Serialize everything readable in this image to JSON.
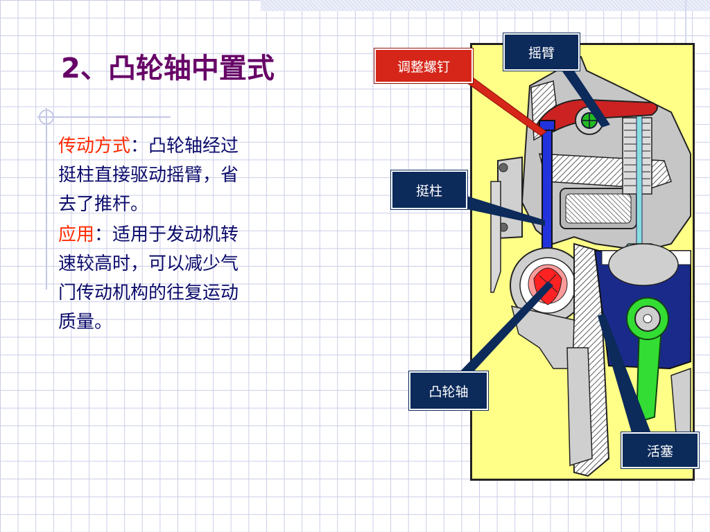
{
  "slide": {
    "title": "2、凸轮轴中置式",
    "paragraphs": [
      {
        "keyword": "传动方式",
        "separator": "：",
        "text": "凸轮轴经过挺柱直接驱动摇臂，省去了推杆。"
      },
      {
        "keyword": "应用",
        "separator": "：",
        "text": "适用于发动机转速较高时，可以减少气门传动机构的往复运动质量。"
      }
    ]
  },
  "diagram": {
    "labels": {
      "rocker_arm": "摇臂",
      "adjust_screw": "调整螺钉",
      "tappet": "挺柱",
      "camshaft": "凸轮轴",
      "piston": "活塞"
    }
  },
  "colors": {
    "title": "#660066",
    "body_text": "#0b0b6b",
    "keyword": "#ff2a00",
    "label_bg": "#0c2a5a",
    "label_red_bg": "#d6261a",
    "diagram_bg": "#ffff88",
    "tappet": "#2233dd",
    "rocker": "#cc2222",
    "cam": "#ff3333",
    "piston": "#1a2a8a",
    "connecting_rod": "#33dd33"
  }
}
